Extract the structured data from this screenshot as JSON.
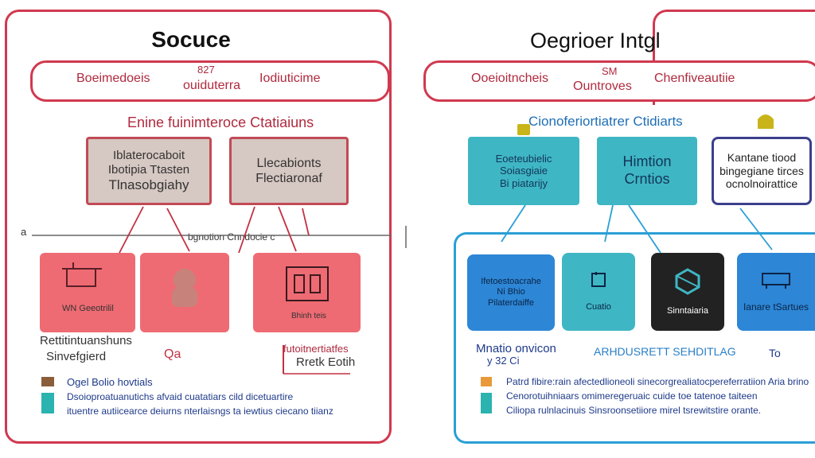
{
  "colors": {
    "left_accent": "#d0394f",
    "right_accent": "#2a9fd6",
    "pink_box": "#ee6b73",
    "gray_box": "#d6c8c2",
    "teal_box": "#3fb6c4",
    "blue_box": "#2d86d6",
    "dark_box": "#222222",
    "legend_brown": "#8a5d3b",
    "legend_teal": "#2bb3b0",
    "legend_orange": "#e89a3a"
  },
  "left": {
    "title": "Socuce",
    "pill": {
      "left": "Boeimedoeis",
      "mid_top": "827",
      "mid": "ouiduterra",
      "right": "Iodiuticime"
    },
    "subtitle": "Enine fuinimteroce Ctatiaiuns",
    "gray_boxes": [
      {
        "lines": [
          "Iblaterocaboit",
          "Ibotipia Ttasten",
          "Tlnasobgiahy"
        ]
      },
      {
        "lines": [
          "Llecabionts",
          "Flectiaronaf"
        ]
      }
    ],
    "connector_label": "bgnotion Cnndocie c",
    "margin_mark": "a",
    "red_boxes": [
      {
        "caption": "WN Geeotrilil",
        "icon": "pot-icon"
      },
      {
        "caption": "",
        "icon": "figure-icon"
      },
      {
        "caption": "Bhinh teis",
        "icon": "machine-icon"
      }
    ],
    "caption_left_1": "Rettitintuanshuns",
    "caption_left_2": "Sinvefgierd",
    "small_mark": "Qa",
    "caption_right_1": "futoitnertiatfes",
    "caption_right_2": "Rretk Eotih",
    "legend_title": "Ogel Bolio hovtials",
    "legend_line_1": "Dsoioproatuanutichs afvaid cuatatiars cild dicetuartire",
    "legend_line_2": "ituentre autiicearce deiurns nterlaisngs ta iewtius ciecano tiianz"
  },
  "right": {
    "title": "Oegrioer Intgl",
    "pill": {
      "left": "Ooeioitncheis",
      "mid_top": "SM",
      "mid": "Ountroves",
      "right": "Chenfiveautiie"
    },
    "subtitle": "Cionoferiortiatrer Ctidiarts",
    "teal_boxes": [
      {
        "lines": [
          "Eoeteubielic",
          "Soiasgiaie",
          "Bi piatarijy"
        ]
      },
      {
        "lines": [
          "Himtion",
          "Crntios"
        ]
      }
    ],
    "outline_box": {
      "lines": [
        "Kantane tiood",
        "bingegiane tirces",
        "ocnolnoirattice"
      ]
    },
    "blue_boxes": [
      {
        "lines": [
          "Ifetoestoacrahe",
          "Ni Bhio",
          "Pilaterdaiffe"
        ],
        "style": "blue",
        "icon": ""
      },
      {
        "lines": [
          "Cuatio"
        ],
        "style": "teal",
        "icon": "frame-icon"
      },
      {
        "lines": [
          "Sinntaiaria"
        ],
        "style": "dark",
        "icon": "cube-icon"
      },
      {
        "lines": [
          "Ianare tSartues"
        ],
        "style": "blue",
        "icon": "device-icon"
      }
    ],
    "caption_1": "Mnatio onvicon",
    "caption_2": "y 32 Ci",
    "caption_mid": "ARHDUSRETT SEHDITLAG",
    "caption_right": "To",
    "legend_line_1": "Patrd fibire:rain afectedlioneoli sinecorgrealiatocpereferratiion Aria brino",
    "legend_line_2": "Cenorotuihniaars omimeregeruaic cuide toe tatenoe taiteen",
    "legend_line_3": "Ciliopa rulnlacinuis Sinsroonsetiiore mirel tsrewitstire orante."
  }
}
